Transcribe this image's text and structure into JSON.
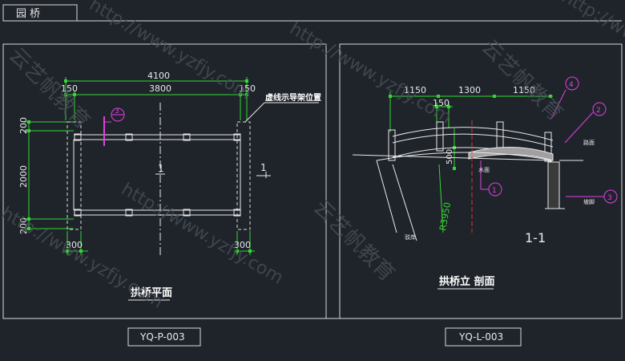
{
  "header": {
    "title": "园 桥"
  },
  "plan": {
    "dim_total": "4100",
    "dim_left": "150",
    "dim_mid": "3800",
    "dim_right": "150",
    "note": "虚线示导架位置",
    "callout_num": "3",
    "section_mark": "1",
    "section_mark_right": "1",
    "dim_v_top": "200",
    "dim_v_mid": "2000",
    "dim_v_bot": "200",
    "dim_bl": "300",
    "dim_br": "300",
    "caption": "拱桥平面",
    "code": "YQ-P-003"
  },
  "section": {
    "dim_a": "1150",
    "dim_b": "1300",
    "dim_c": "1150",
    "dim_d": "150",
    "dim_v": "500",
    "radius": "R3950",
    "callout_4": "4",
    "callout_2": "2",
    "callout_3": "3",
    "callout_1": "1",
    "label_deck": "路面",
    "label_water": "水面",
    "label_bank": "驳岸",
    "label_slope": "坡脚",
    "section_name": "1-1",
    "caption": "拱桥立 剖面",
    "code": "YQ-L-003"
  },
  "watermark": {
    "text": "http://www.yzfjy.com",
    "brand": "云艺帆教育"
  },
  "colors": {
    "background": "#1f242b",
    "line": "#e8e8e8",
    "dim": "#33d633",
    "callout": "#e040e0",
    "center": "#e03030"
  }
}
